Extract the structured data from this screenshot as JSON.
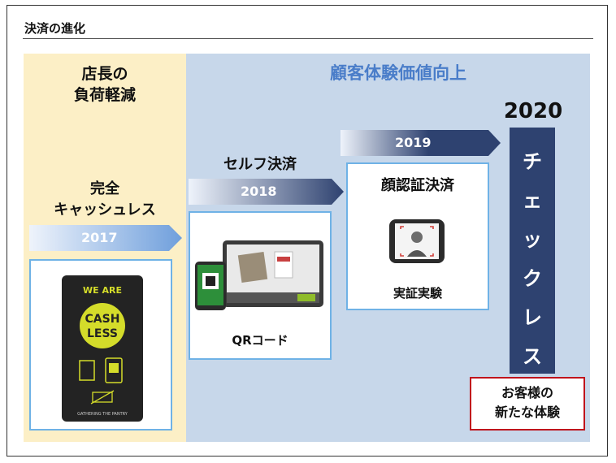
{
  "title": "決済の進化",
  "left_heading": [
    "店長の",
    "負荷軽減"
  ],
  "right_heading": "顧客体験価値向上",
  "stage_2017": {
    "year": "2017",
    "label_lines": [
      "完全",
      "キャッシュレス"
    ],
    "card_lines": [
      "WE ARE",
      "CASH",
      "LESS"
    ],
    "card_footer": "GATHERING THE PANTRY"
  },
  "stage_2018": {
    "year": "2018",
    "label": "セルフ決済",
    "caption": "QRコード"
  },
  "stage_2019": {
    "year": "2019",
    "label": "顔認証決済",
    "caption": "実証実験"
  },
  "stage_2020": {
    "year": "2020",
    "vertical_text": [
      "チ",
      "ェ",
      "ッ",
      "ク",
      "レ",
      "ス"
    ],
    "outcome_lines": [
      "お客様の",
      "新たな体験"
    ]
  },
  "colors": {
    "ribbon_dark": "#2e4270",
    "ribbon_light": "#e6eef8",
    "left_panel": "#fcefc6",
    "right_panel": "#c7d7ea",
    "heading_blue": "#4a7dc9",
    "box_border": "#6fb2e6",
    "outcome_border": "#c0141c"
  }
}
